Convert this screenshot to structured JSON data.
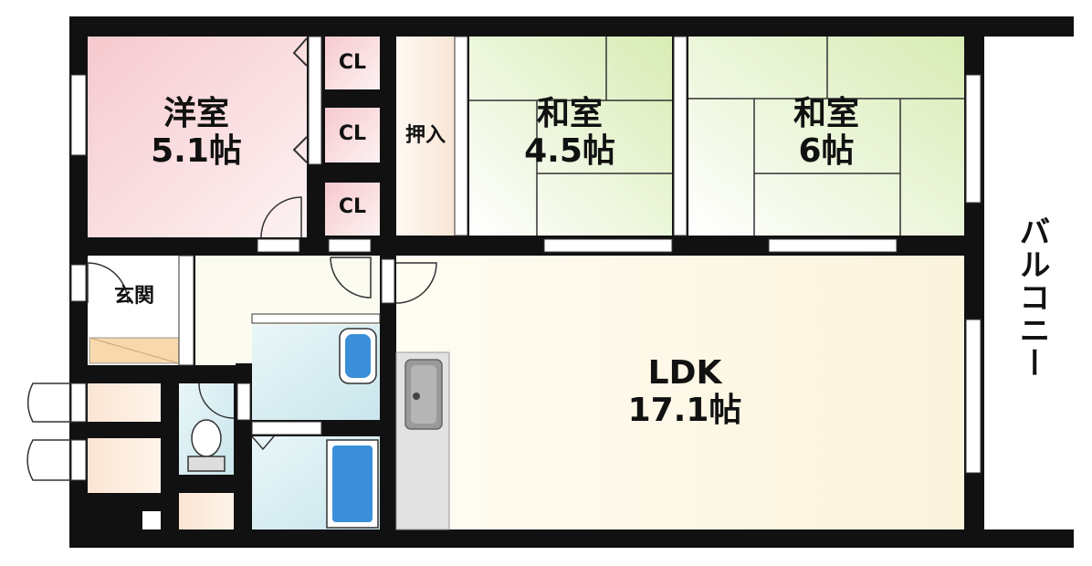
{
  "rooms": {
    "western": {
      "name": "洋室",
      "size": "5.1帖"
    },
    "japanese_small": {
      "name": "和室",
      "size": "4.5帖"
    },
    "japanese_large": {
      "name": "和室",
      "size": "6帖"
    },
    "ldk": {
      "name": "LDK",
      "size": "17.1帖"
    },
    "entrance": {
      "name": "玄関"
    },
    "oshiire": {
      "name": "押入"
    },
    "closets": [
      "CL",
      "CL",
      "CL"
    ],
    "balcony": {
      "name": "バルコニー"
    }
  },
  "colors": {
    "wall": "#111111",
    "western_floor": "#f8d4d8",
    "tatami": "#e6f2cc",
    "ldk_floor": "#fdf8ea",
    "wet_area": "#d8eef2",
    "entrance_floor": "#f5e3c8",
    "fixture_blue": "#3b8fd8"
  }
}
